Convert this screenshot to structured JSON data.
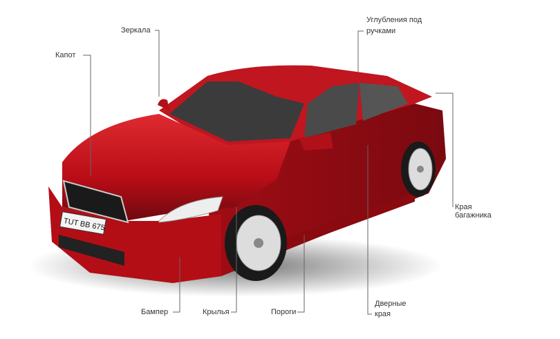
{
  "labels": {
    "mirrors": "Зеркала",
    "hood": "Капот",
    "handle_recess_line1": "Углубления под",
    "handle_recess_line2": "ручками",
    "trunk_edges_line1": "Края",
    "trunk_edges_line2": "багажника",
    "bumper": "Бампер",
    "fenders": "Крылья",
    "sills": "Пороги",
    "door_edges_line1": "Дверные",
    "door_edges_line2": "края"
  },
  "license_plate": "TUT BB 675",
  "colors": {
    "car_body": "#c4101c",
    "leader_line": "#555555"
  }
}
